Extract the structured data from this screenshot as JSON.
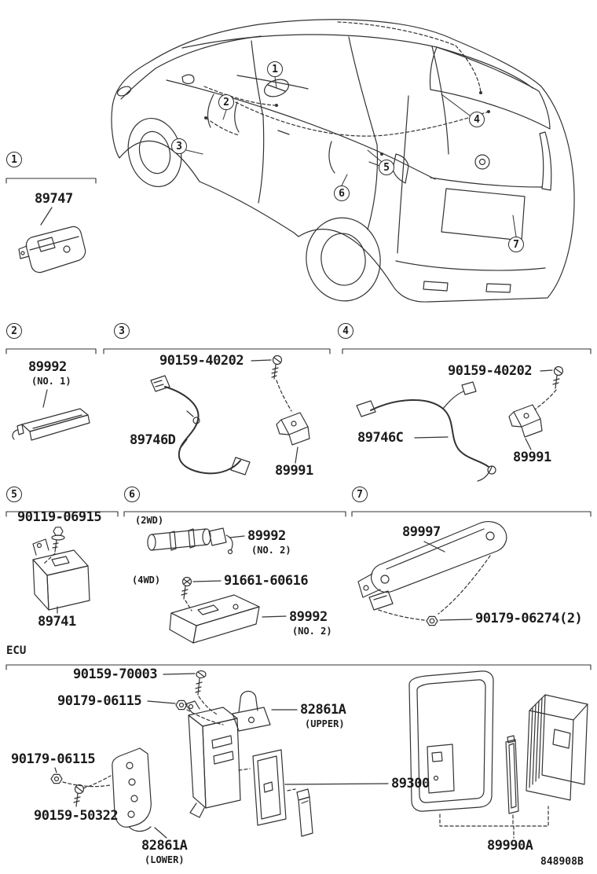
{
  "figure": {
    "id": "848908B",
    "ink": "#333333",
    "background": "#ffffff"
  },
  "ecu_group": {
    "label": "ECU",
    "parts": [
      {
        "text": "90159-70003"
      },
      {
        "text": "90179-06115"
      },
      {
        "text": "82861A",
        "sub": "(UPPER)"
      },
      {
        "text": "90179-06115"
      },
      {
        "text": "90159-50322"
      },
      {
        "text": "82861A",
        "sub": "(LOWER)"
      },
      {
        "text": "89300"
      },
      {
        "text": "89990A"
      }
    ]
  },
  "car_callouts": [
    {
      "n": "1"
    },
    {
      "n": "2"
    },
    {
      "n": "3"
    },
    {
      "n": "4"
    },
    {
      "n": "5"
    },
    {
      "n": "6"
    },
    {
      "n": "7"
    }
  ],
  "sections": [
    {
      "callout": "1",
      "labels": [
        {
          "text": "89747"
        }
      ]
    },
    {
      "callout": "2",
      "labels": [
        {
          "text": "89992",
          "sub": "(NO. 1)"
        }
      ]
    },
    {
      "callout": "3",
      "labels": [
        {
          "text": "90159-40202"
        },
        {
          "text": "89746D"
        },
        {
          "text": "89991"
        }
      ]
    },
    {
      "callout": "4",
      "labels": [
        {
          "text": "90159-40202"
        },
        {
          "text": "89746C"
        },
        {
          "text": "89991"
        }
      ]
    },
    {
      "callout": "5",
      "labels": [
        {
          "text": "90119-06915"
        },
        {
          "text": "89741"
        }
      ]
    },
    {
      "callout": "6",
      "labels": [
        {
          "text": "(2WD)"
        },
        {
          "text": "89992",
          "sub": "(NO. 2)"
        },
        {
          "text": "(4WD)"
        },
        {
          "text": "91661-60616"
        },
        {
          "text": "89992",
          "sub": "(NO. 2)"
        }
      ]
    },
    {
      "callout": "7",
      "labels": [
        {
          "text": "89997"
        },
        {
          "text": "90179-06274(2)"
        }
      ]
    }
  ]
}
